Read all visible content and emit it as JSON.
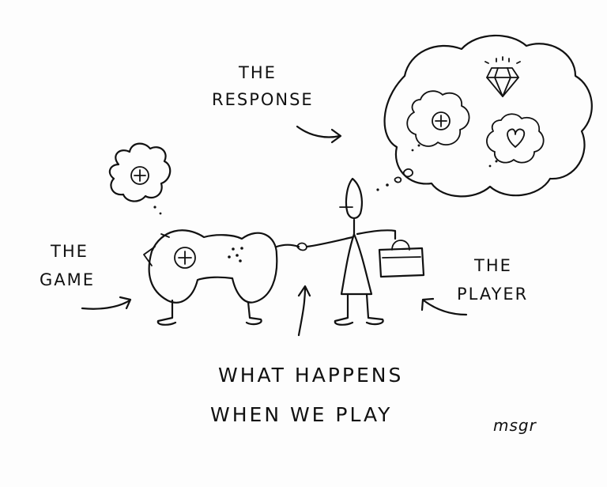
{
  "labels": {
    "response_line1": "THE",
    "response_line2": "RESPONSE",
    "game_line1": "THE",
    "game_line2": "GAME",
    "player_line1": "THE",
    "player_line2": "PLAYER"
  },
  "caption": {
    "line1": "WHAT HAPPENS",
    "line2": "WHEN WE PLAY"
  },
  "signature": "msgr",
  "colors": {
    "ink": "#111111",
    "paper": "#fdfdfd"
  },
  "icons": [
    "plus-icon",
    "diamond-icon",
    "heart-icon",
    "gamepad-icon",
    "briefcase-icon"
  ]
}
